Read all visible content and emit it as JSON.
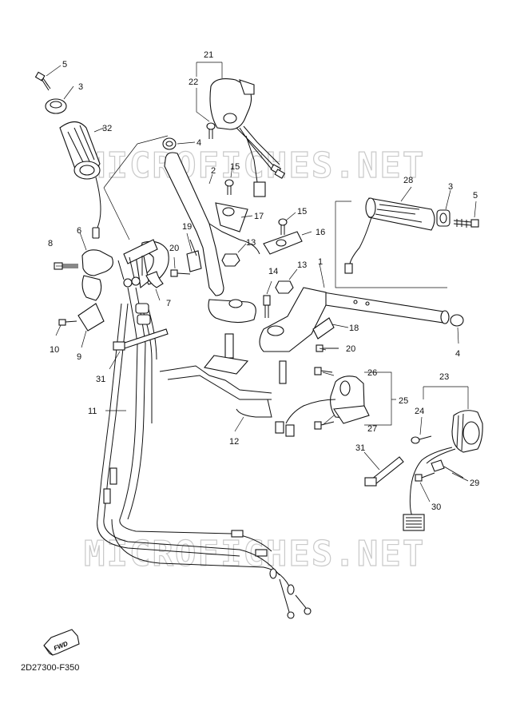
{
  "diagram_code": "2D27300-F350",
  "watermark": "MICROFICHES.NET",
  "fwd_label": "FWD",
  "callouts": {
    "c1": "1",
    "c2": "2",
    "c3a": "3",
    "c3b": "3",
    "c4a": "4",
    "c4b": "4",
    "c5a": "5",
    "c5b": "5",
    "c6": "6",
    "c7": "7",
    "c8": "8",
    "c9": "9",
    "c10": "10",
    "c11": "11",
    "c12": "12",
    "c13a": "13",
    "c13b": "13",
    "c14": "14",
    "c15a": "15",
    "c15b": "15",
    "c16": "16",
    "c17": "17",
    "c18": "18",
    "c19": "19",
    "c20a": "20",
    "c20b": "20",
    "c21": "21",
    "c22": "22",
    "c23": "23",
    "c24": "24",
    "c25": "25",
    "c26": "26",
    "c27": "27",
    "c28": "28",
    "c29": "29",
    "c30": "30",
    "c31a": "31",
    "c31b": "31",
    "c32": "32"
  }
}
